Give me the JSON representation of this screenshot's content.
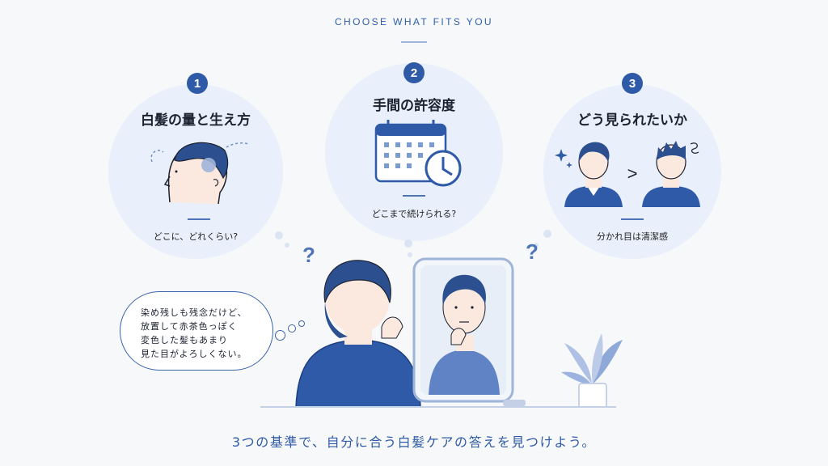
{
  "header": {
    "eyebrow": "CHOOSE WHAT FITS YOU"
  },
  "criteria": [
    {
      "number": "1",
      "title": "白髪の量と生え方",
      "caption": "どこに、どれくらい?"
    },
    {
      "number": "2",
      "title": "手間の許容度",
      "caption": "どこまで続けられる?"
    },
    {
      "number": "3",
      "title": "どう見られたいか",
      "caption": "分かれ目は清潔感"
    }
  ],
  "question_marks": [
    "?",
    "?"
  ],
  "speech_bubble": {
    "lines": [
      "染め残しも残念だけど、",
      "放置して赤茶色っぽく",
      "変色した髪もあまり",
      "見た目がよろしくない。"
    ]
  },
  "comparison_arrow": ">",
  "footer": {
    "text": "3つの基準で、自分に合う白髪ケアの答えを見つけよう。"
  },
  "colors": {
    "accent": "#2e5aa7",
    "circle_bg": "#e9f0fb",
    "page_bg": "#f7f8fa"
  },
  "icons": [
    "head-profile-icon",
    "calendar-clock-icon",
    "people-compare-icon",
    "mirror-icon",
    "plant-icon"
  ]
}
